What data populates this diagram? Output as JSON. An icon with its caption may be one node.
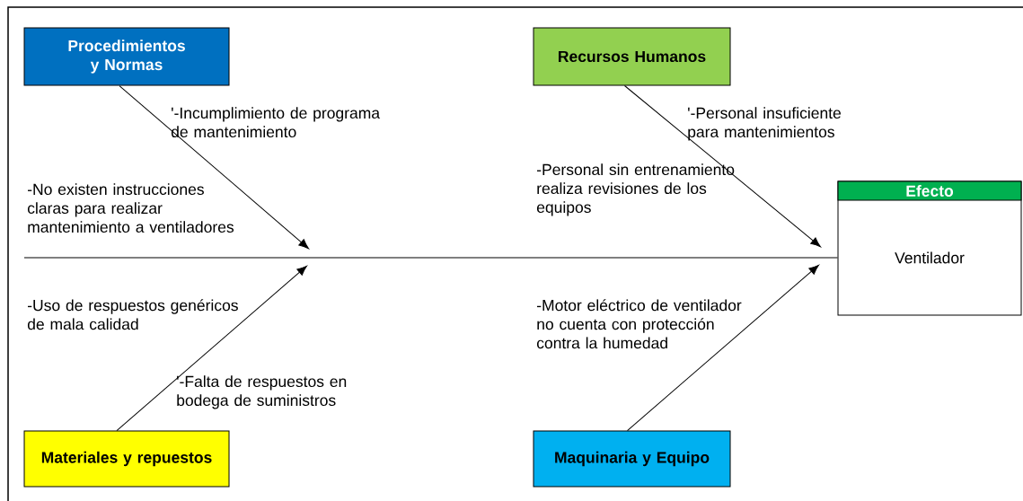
{
  "diagram": {
    "nodes": [
      {
        "text": [
          "Procedimientos y Normas"
        ]
      },
      {
        "text": [
          "Recursos Humanos"
        ]
      },
      {
        "text": [
          "Materiales y repuestos"
        ]
      },
      {
        "text": [
          "Maquinaria y Equipo"
        ]
      },
      {
        "text": [
          "Efecto",
          "Ventilador"
        ]
      }
    ],
    "edges": [
      {
        "from": 0,
        "to": null,
        "arrow": "to"
      },
      {
        "from": 1,
        "to": null,
        "arrow": "to"
      },
      {
        "from": 2,
        "to": null,
        "arrow": "to"
      },
      {
        "from": 3,
        "to": null,
        "arrow": "to"
      },
      {
        "from": null,
        "to": 4,
        "arrow": "none"
      }
    ],
    "labels": [
      "'-Incumplimiento de programa de mantenimiento",
      "'-Personal insuficiente para mantenimientos",
      "-Personal sin entrenamiento realiza revisiones de los equipos",
      "-No existen instrucciones claras para realizar mantenimiento a ventiladores",
      "-Uso de respuestos genéricos de mala calidad",
      "-Motor eléctrico de ventilador no cuenta con protección contra la humedad",
      "'-Falta de respuestos en bodega de suministros"
    ]
  }
}
